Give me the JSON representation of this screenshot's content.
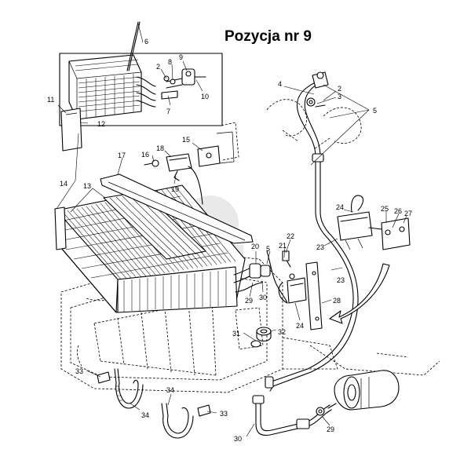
{
  "title": "Pozycja nr 9",
  "callouts": {
    "c2a": "2",
    "c2b": "2",
    "c3": "3",
    "c4": "4",
    "c5a": "5",
    "c5b": "5",
    "c6": "6",
    "c7": "7",
    "c8": "8",
    "c9": "9",
    "c10": "10",
    "c11": "11",
    "c12": "12",
    "c13": "13",
    "c14": "14",
    "c15": "15",
    "c16": "16",
    "c17": "17",
    "c18": "18",
    "c19": "19",
    "c20": "20",
    "c21": "21",
    "c22": "22",
    "c23a": "23",
    "c23b": "23",
    "c24a": "24",
    "c24b": "24",
    "c25": "25",
    "c26": "26",
    "c27": "27",
    "c28": "28",
    "c29a": "29",
    "c29b": "29",
    "c30a": "30",
    "c30b": "30",
    "c31": "31",
    "c32": "32",
    "c33a": "33",
    "c33b": "33",
    "c34a": "34",
    "c34b": "34"
  }
}
